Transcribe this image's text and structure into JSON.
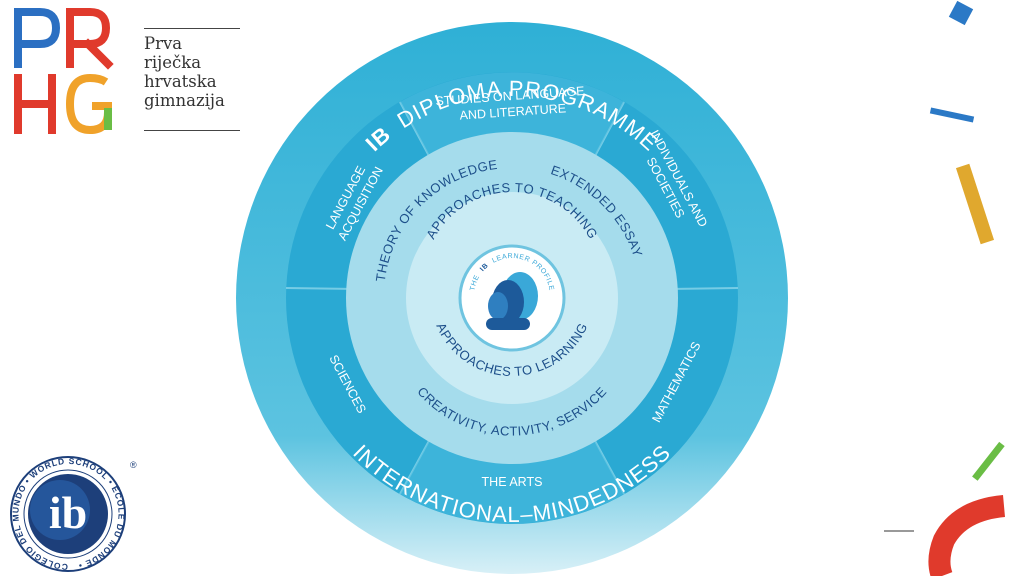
{
  "school_logo": {
    "letters": [
      "P",
      "R",
      "H",
      "G"
    ],
    "name_lines": [
      "Prva",
      "riječka",
      "hrvatska",
      "gimnazija"
    ],
    "colors": {
      "blue": "#2b6fc2",
      "red": "#e03a2c",
      "orange": "#f0a22a",
      "green": "#6abd45"
    }
  },
  "diagram": {
    "outer_ring_top": {
      "ib": "IB",
      "text": "DIPLOMA PROGRAMME"
    },
    "outer_ring_bottom": "INTERNATIONAL–MINDEDNESS",
    "subject_groups": {
      "top": [
        "STUDIES ON LANGUAGE",
        "AND LITERATURE"
      ],
      "upper_left": [
        "LANGUAGE",
        "ACQUISITION"
      ],
      "upper_right": [
        "INDIVIDUALS AND",
        "SOCIETIES"
      ],
      "lower_left": "SCIENCES",
      "lower_right": "MATHEMATICS",
      "bottom": "THE ARTS"
    },
    "core": {
      "theory_of_knowledge": "THEORY OF KNOWLEDGE",
      "extended_essay": "EXTENDED ESSAY",
      "cas": "CREATIVITY, ACTIVITY, SERVICE"
    },
    "approaches": {
      "teaching": "APPROACHES TO TEACHING",
      "learning": "APPROACHES TO LEARNING"
    },
    "learner_profile": {
      "the": "THE",
      "ib": "IB",
      "rest": "LEARNER PROFILE"
    },
    "colors": {
      "outer": "#38b4d8",
      "subjects": "#2aa9d3",
      "core_ring": "#a5dcec",
      "approaches": "#c9ebf4",
      "text_dark": "#1d4f8a",
      "text_light": "#ffffff"
    }
  },
  "ib_world_school": {
    "ring_text": "COLEGIO DEL MUNDO • WORLD SCHOOL • ÉCOLE DU MONDE •",
    "center": "ib",
    "registered": "®"
  }
}
